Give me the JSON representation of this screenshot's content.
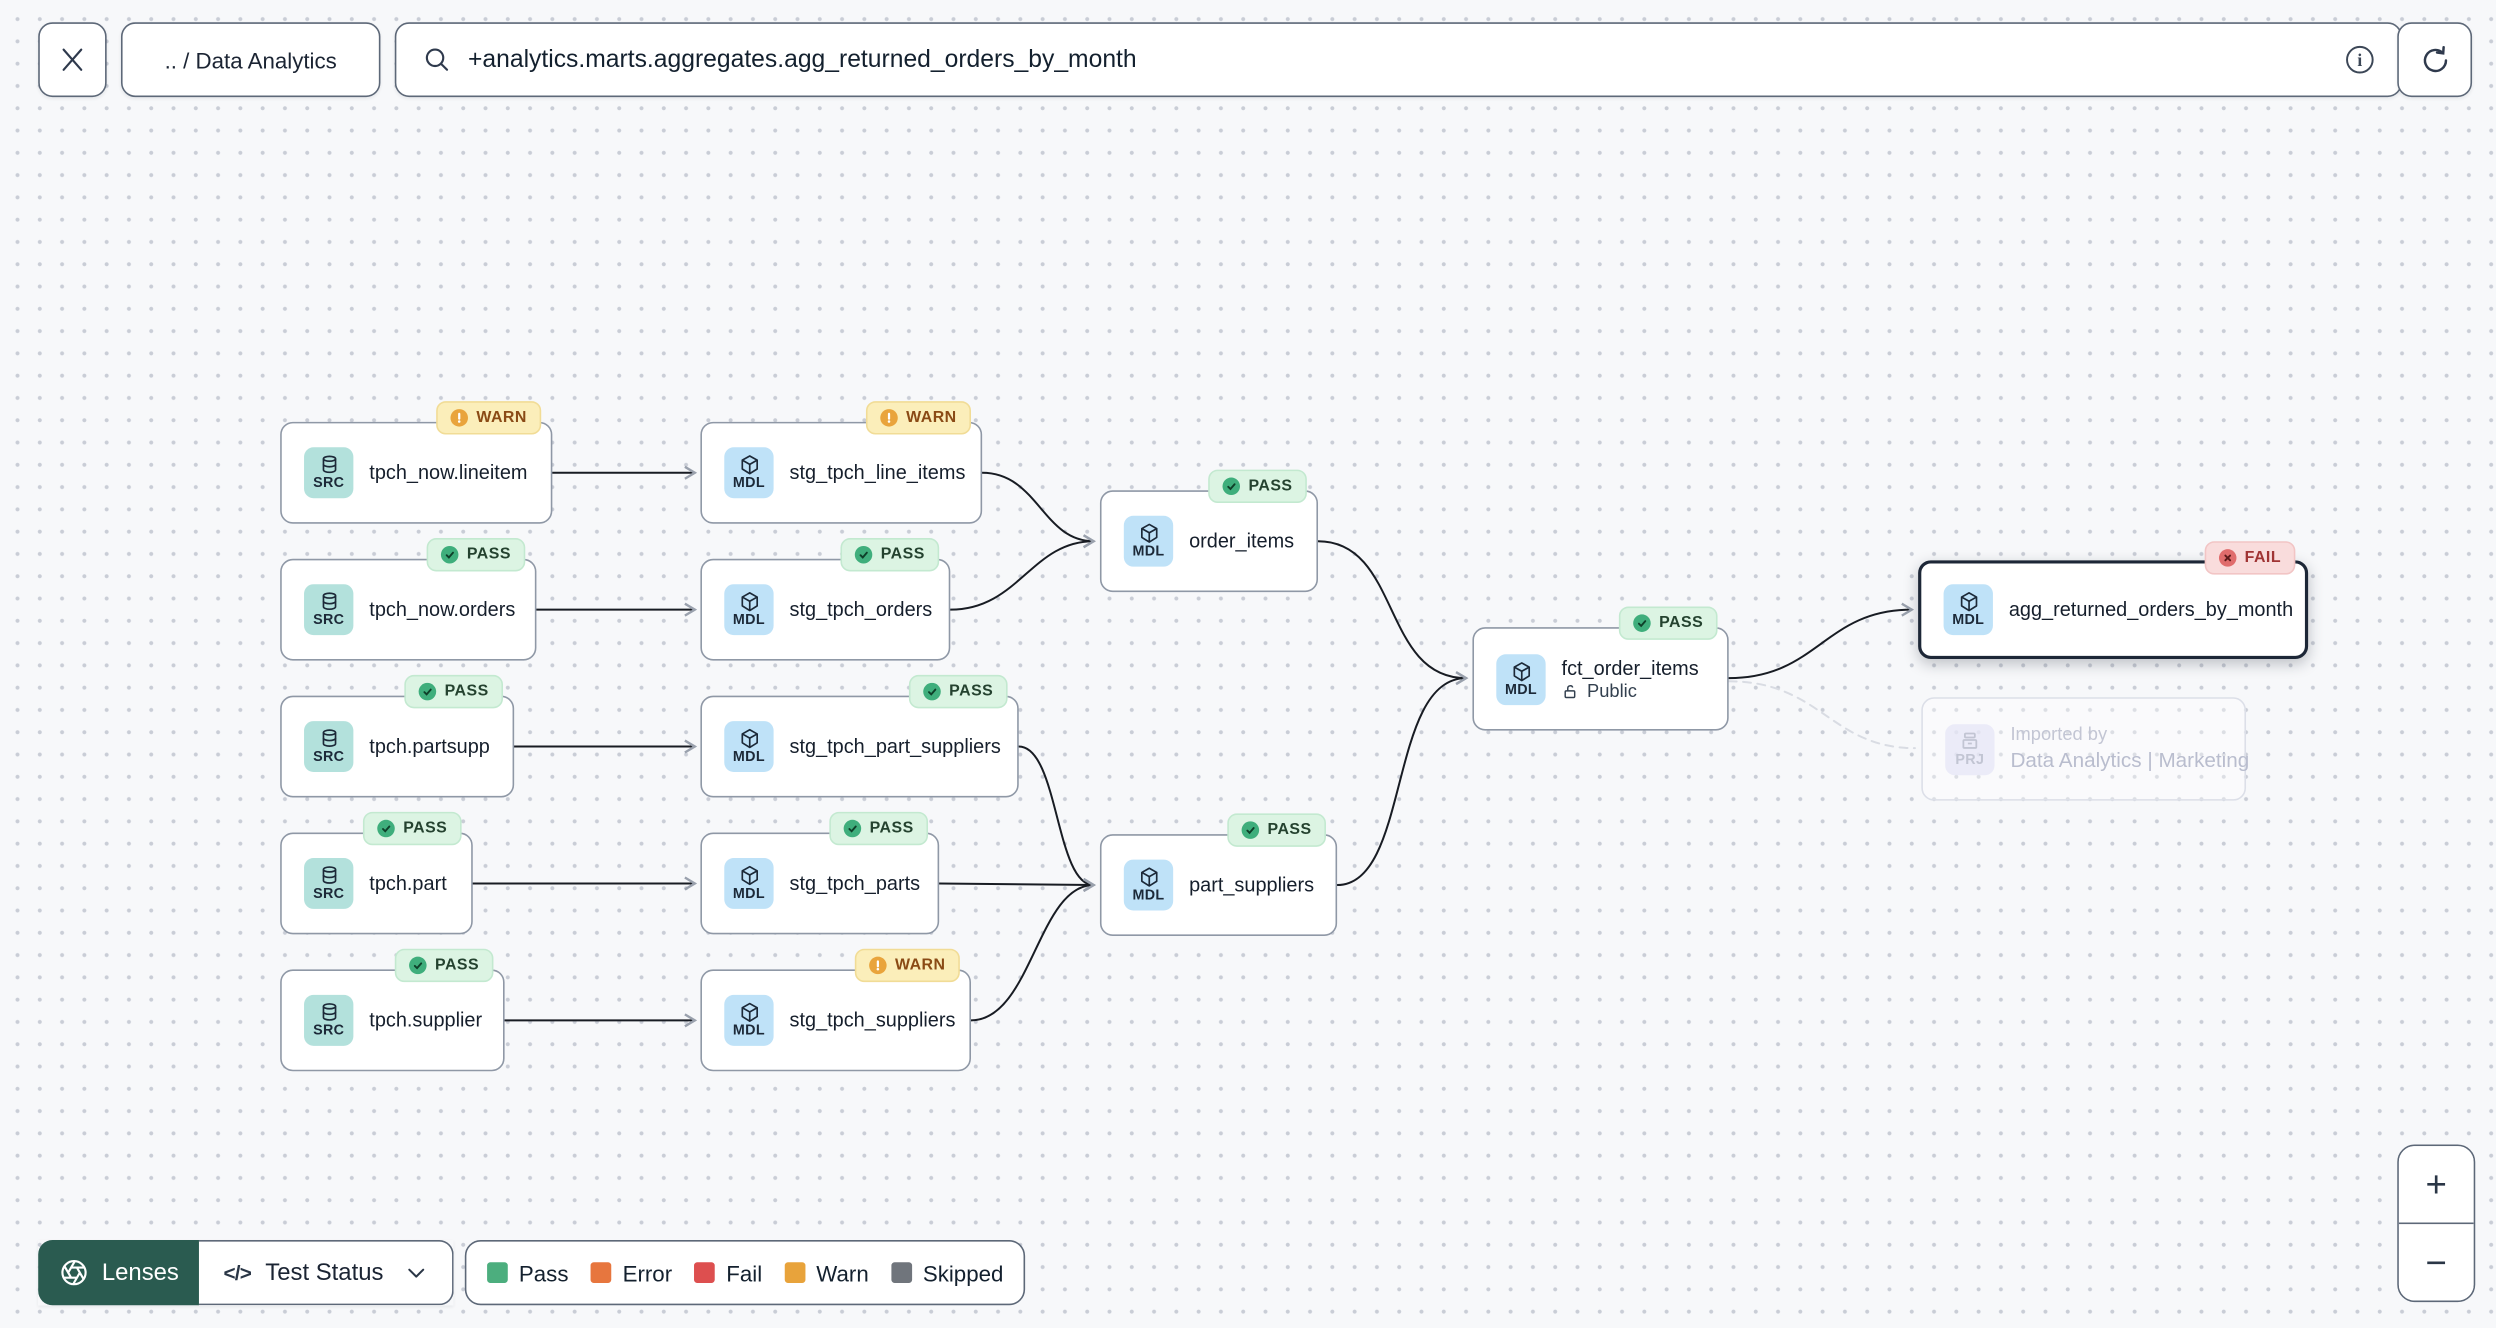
{
  "topbar": {
    "breadcrumb": ".. / Data Analytics",
    "search": {
      "value": "+analytics.marts.aggregates.agg_returned_orders_by_month"
    }
  },
  "lenses": {
    "button_label": "Lenses",
    "selector_label": "Test Status"
  },
  "legend": {
    "items": [
      {
        "label": "Pass",
        "color": "#4cae7e"
      },
      {
        "label": "Error",
        "color": "#e7763e"
      },
      {
        "label": "Fail",
        "color": "#dd4f4f"
      },
      {
        "label": "Warn",
        "color": "#e8a33b"
      },
      {
        "label": "Skipped",
        "color": "#70757c"
      }
    ]
  },
  "zoom_controls": {
    "zoom_in": "+",
    "zoom_out": "−"
  },
  "nodes": [
    {
      "id": "tpch_now.lineitem",
      "type": "SRC",
      "label": "tpch_now.lineitem",
      "status": "WARN"
    },
    {
      "id": "tpch_now.orders",
      "type": "SRC",
      "label": "tpch_now.orders",
      "status": "PASS"
    },
    {
      "id": "tpch.partsupp",
      "type": "SRC",
      "label": "tpch.partsupp",
      "status": "PASS"
    },
    {
      "id": "tpch.part",
      "type": "SRC",
      "label": "tpch.part",
      "status": "PASS"
    },
    {
      "id": "tpch.supplier",
      "type": "SRC",
      "label": "tpch.supplier",
      "status": "PASS"
    },
    {
      "id": "stg_tpch_line_items",
      "type": "MDL",
      "label": "stg_tpch_line_items",
      "status": "WARN"
    },
    {
      "id": "stg_tpch_orders",
      "type": "MDL",
      "label": "stg_tpch_orders",
      "status": "PASS"
    },
    {
      "id": "stg_tpch_part_suppliers",
      "type": "MDL",
      "label": "stg_tpch_part_suppliers",
      "status": "PASS"
    },
    {
      "id": "stg_tpch_parts",
      "type": "MDL",
      "label": "stg_tpch_parts",
      "status": "PASS"
    },
    {
      "id": "stg_tpch_suppliers",
      "type": "MDL",
      "label": "stg_tpch_suppliers",
      "status": "WARN"
    },
    {
      "id": "order_items",
      "type": "MDL",
      "label": "order_items",
      "status": "PASS"
    },
    {
      "id": "part_suppliers",
      "type": "MDL",
      "label": "part_suppliers",
      "status": "PASS"
    },
    {
      "id": "fct_order_items",
      "type": "MDL",
      "label": "fct_order_items",
      "status": "PASS",
      "access": "Public"
    },
    {
      "id": "agg_returned_orders_by_month",
      "type": "MDL",
      "label": "agg_returned_orders_by_month",
      "status": "FAIL",
      "selected": true
    },
    {
      "id": "imported_by_project",
      "type": "PRJ",
      "label_top": "Imported by",
      "label": "Data Analytics | Marketing",
      "faded": true
    }
  ],
  "edges": [
    {
      "from": "tpch_now.lineitem",
      "to": "stg_tpch_line_items",
      "style": "solid"
    },
    {
      "from": "tpch_now.orders",
      "to": "stg_tpch_orders",
      "style": "solid"
    },
    {
      "from": "tpch.partsupp",
      "to": "stg_tpch_part_suppliers",
      "style": "solid"
    },
    {
      "from": "tpch.part",
      "to": "stg_tpch_parts",
      "style": "solid"
    },
    {
      "from": "tpch.supplier",
      "to": "stg_tpch_suppliers",
      "style": "solid"
    },
    {
      "from": "stg_tpch_line_items",
      "to": "order_items",
      "style": "solid"
    },
    {
      "from": "stg_tpch_orders",
      "to": "order_items",
      "style": "solid"
    },
    {
      "from": "stg_tpch_part_suppliers",
      "to": "part_suppliers",
      "style": "solid"
    },
    {
      "from": "stg_tpch_parts",
      "to": "part_suppliers",
      "style": "solid"
    },
    {
      "from": "stg_tpch_suppliers",
      "to": "part_suppliers",
      "style": "solid"
    },
    {
      "from": "order_items",
      "to": "fct_order_items",
      "style": "solid"
    },
    {
      "from": "part_suppliers",
      "to": "fct_order_items",
      "style": "solid"
    },
    {
      "from": "fct_order_items",
      "to": "agg_returned_orders_by_month",
      "style": "solid"
    },
    {
      "from": "fct_order_items",
      "to": "imported_by_project",
      "style": "dashed"
    }
  ]
}
